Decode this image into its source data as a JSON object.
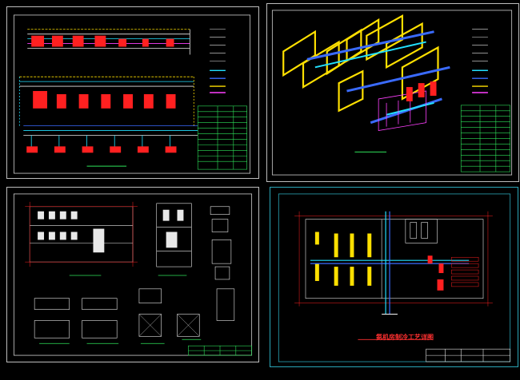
{
  "sheets": [
    {
      "id": "sheet-1",
      "caption": ""
    },
    {
      "id": "sheet-2",
      "caption": ""
    },
    {
      "id": "sheet-3",
      "caption": ""
    },
    {
      "id": "sheet-4",
      "caption": ""
    }
  ],
  "colors": {
    "line_white": "#e8e8e8",
    "line_yellow": "#ffe000",
    "line_cyan": "#22e0ff",
    "line_blue": "#3a6bff",
    "line_red": "#ff2020",
    "line_magenta": "#ff40ff",
    "table_green": "#2ee35a",
    "frame_teal": "#2aa6b8"
  },
  "sheet4": {
    "title": "氨机房制冷工艺详图"
  }
}
